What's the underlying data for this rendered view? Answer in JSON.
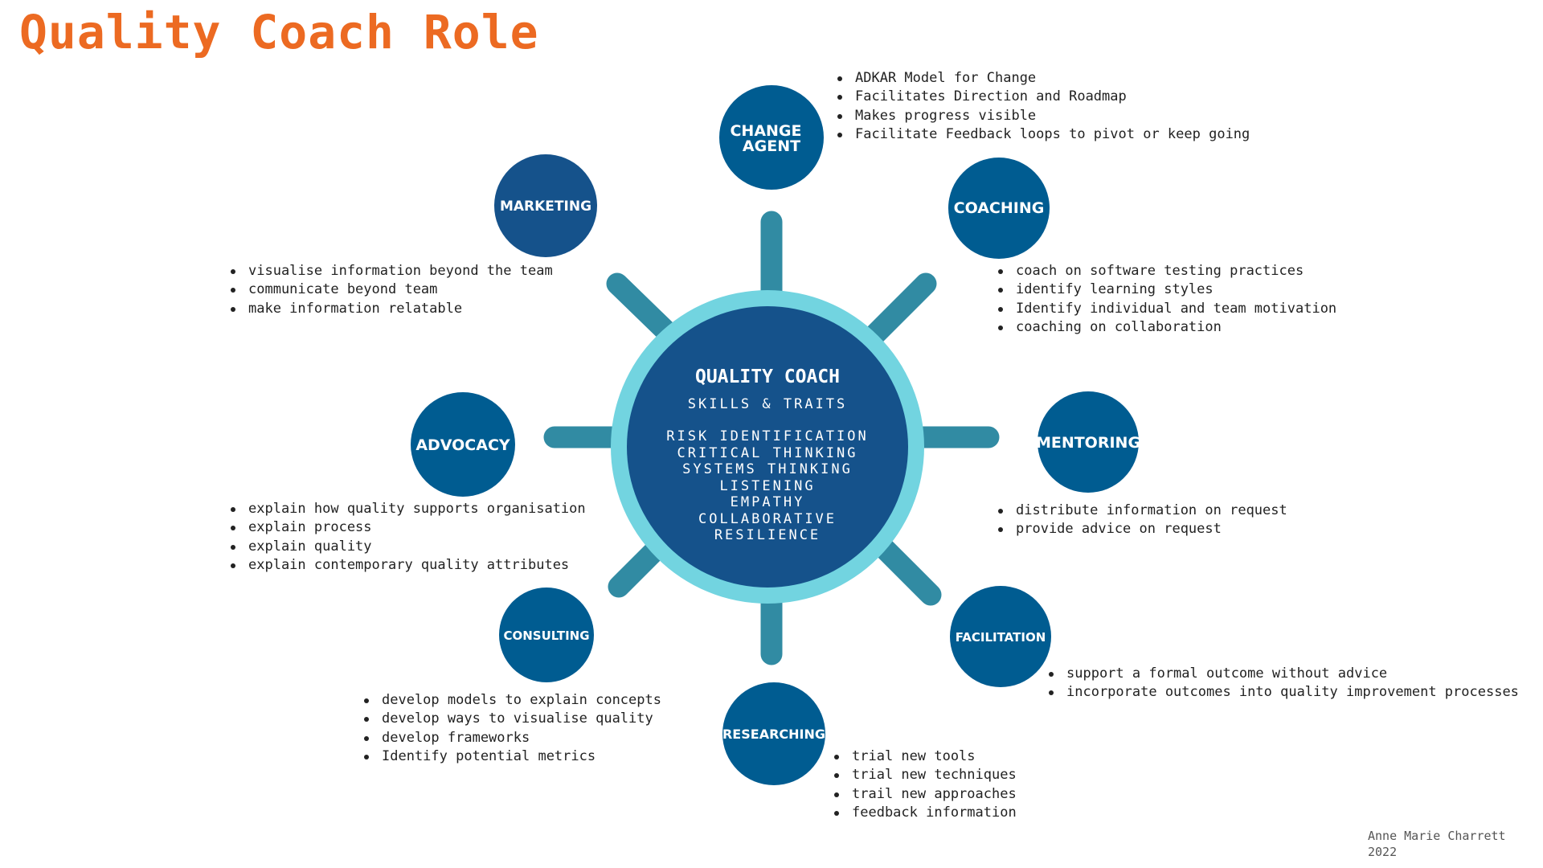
{
  "title": "Quality Coach Role",
  "hub": {
    "title": "QUALITY COACH",
    "subtitle": "SKILLS & TRAITS",
    "traits": [
      "RISK IDENTIFICATION",
      "CRITICAL THINKING",
      "SYSTEMS THINKING",
      "LISTENING",
      "EMPATHY",
      "COLLABORATIVE",
      "RESILIENCE"
    ]
  },
  "nodes": {
    "change_agent": {
      "label_lines": [
        "CHANGE",
        "AGENT"
      ],
      "color": "#005c91",
      "bullets": [
        "ADKAR Model for Change",
        "Facilitates Direction and Roadmap",
        "Makes progress visible",
        "Facilitate Feedback loops to pivot  or keep going"
      ]
    },
    "coaching": {
      "label_lines": [
        "COACHING"
      ],
      "color": "#005c91",
      "bullets": [
        "coach on software testing practices",
        "identify learning styles",
        "Identify individual and team motivation",
        "coaching on collaboration"
      ]
    },
    "mentoring": {
      "label_lines": [
        "MENTORING"
      ],
      "color": "#005c91",
      "bullets": [
        "distribute information on request",
        "provide advice on request"
      ]
    },
    "facilitation": {
      "label_lines": [
        "FACILITATION"
      ],
      "color": "#005c91",
      "bullets": [
        "support a formal outcome without advice",
        "incorporate outcomes into quality improvement processes"
      ]
    },
    "researching": {
      "label_lines": [
        "RESEARCHING"
      ],
      "color": "#005c91",
      "bullets": [
        "trial new tools",
        "trial new techniques",
        "trail new approaches",
        "feedback information"
      ]
    },
    "consulting": {
      "label_lines": [
        "CONSULTING"
      ],
      "color": "#005c91",
      "bullets": [
        "develop models to explain concepts",
        "develop ways to visualise quality",
        "develop frameworks",
        "Identify potential metrics"
      ]
    },
    "advocacy": {
      "label_lines": [
        "ADVOCACY"
      ],
      "color": "#005c91",
      "bullets": [
        "explain how quality supports organisation",
        "explain process",
        "explain quality",
        "explain contemporary quality attributes"
      ]
    },
    "marketing": {
      "label_lines": [
        "MARKETING"
      ],
      "color": "#15528b",
      "bullets": [
        "visualise information beyond the team",
        "communicate beyond team",
        "make information relatable"
      ]
    }
  },
  "credit": {
    "name": "Anne Marie Charrett",
    "year": "2022"
  },
  "colors": {
    "title": "#ec6a22",
    "hub_fill": "#15528b",
    "hub_ring": "#72d4e0",
    "spoke": "#318ba3",
    "node_text": "#ffffff",
    "bullet_text": "#222222"
  }
}
